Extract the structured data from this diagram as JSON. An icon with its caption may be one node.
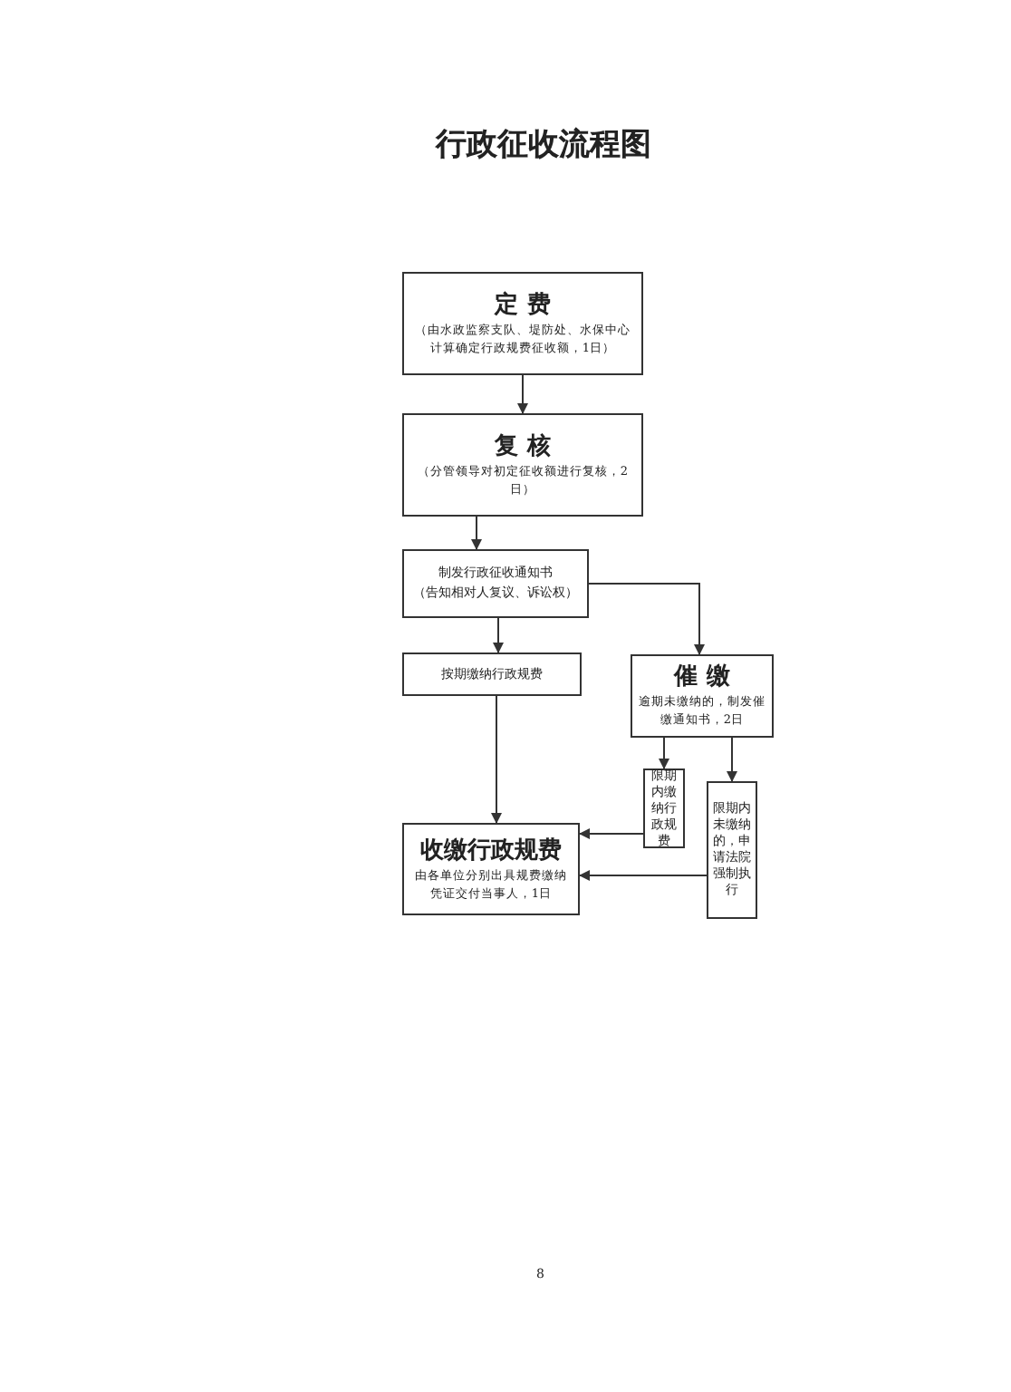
{
  "diagram": {
    "title": "行政征收流程图",
    "nodes": [
      {
        "text": [
          "定 费",
          "（由水政监察支队、堤防处、水保中心计算确定行政规费征收额，1日）"
        ]
      },
      {
        "text": [
          "复 核",
          "（分管领导对初定征收额进行复核，2日）"
        ]
      },
      {
        "text": [
          "制发行政征收通知书",
          "（告知相对人复议、诉讼权）"
        ]
      },
      {
        "text": [
          "按期缴纳行政规费"
        ]
      },
      {
        "text": [
          "催 缴",
          "逾期未缴纳的，制发催缴通知书，2日"
        ]
      },
      {
        "text": [
          "限期内缴纳行政规费"
        ]
      },
      {
        "text": [
          "限期内未缴纳的，申请法院强制执行"
        ]
      },
      {
        "text": [
          "收缴行政规费",
          "由各单位分别出具规费缴纳凭证交付当事人，1日"
        ]
      }
    ],
    "edges": [
      {
        "from": 0,
        "to": 1,
        "arrow": "to"
      },
      {
        "from": 1,
        "to": 2,
        "arrow": "to"
      },
      {
        "from": 2,
        "to": 3,
        "arrow": "to"
      },
      {
        "from": 2,
        "to": 4,
        "arrow": "to"
      },
      {
        "from": 3,
        "to": 7,
        "arrow": "to"
      },
      {
        "from": 4,
        "to": 5,
        "arrow": "to"
      },
      {
        "from": 4,
        "to": 6,
        "arrow": "to"
      },
      {
        "from": 5,
        "to": 7,
        "arrow": "to"
      },
      {
        "from": 6,
        "to": 7,
        "arrow": "to"
      }
    ],
    "labels": [
      "8"
    ]
  }
}
